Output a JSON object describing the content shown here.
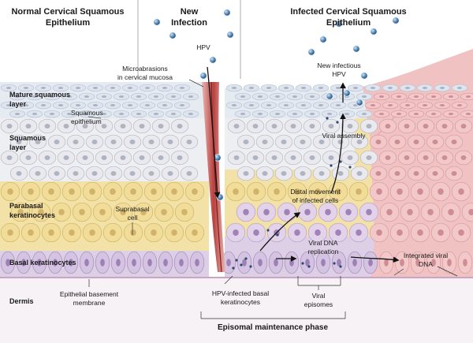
{
  "headers": {
    "normal_line1": "Normal Cervical Squamous",
    "normal_line2": "Epithelium",
    "new_line1": "New",
    "new_line2": "Infection",
    "infected_line1": "Infected Cervical Squamous",
    "infected_line2": "Epithelium"
  },
  "layers": {
    "mature_line1": "Mature squamous",
    "mature_line2": "layer",
    "squamous_line1": "Squamous",
    "squamous_line2": "layer",
    "parabasal_line1": "Parabasal",
    "parabasal_line2": "keratinocytes",
    "basal": "Basal keratinocytes",
    "dermis": "Dermis"
  },
  "annotations": {
    "hpv": "HPV",
    "micro_line1": "Microabrasions",
    "micro_line2": "in cervical mucosa",
    "squamous_epi_line1": "Squamous",
    "squamous_epi_line2": "epithelium",
    "suprabasal_line1": "Suprabasal",
    "suprabasal_line2": "cell",
    "basement_line1": "Epithelial basement",
    "basement_line2": "membrane",
    "new_infectious_line1": "New infectious",
    "new_infectious_line2": "HPV",
    "viral_assembly": "Viral assembly",
    "distal_line1": "Distal movement",
    "distal_line2": "of infected cells",
    "viral_dna_line1": "Viral DNA",
    "viral_dna_line2": "replication",
    "integrated_line1": "Integrated viral",
    "integrated_line2": "DNA",
    "hpv_infected_line1": "HPV-infected basal",
    "hpv_infected_line2": "keratinocytes",
    "viral_episomes_line1": "Viral",
    "viral_episomes_line2": "episomes",
    "episomal_phase": "Episomal maintenance phase"
  },
  "colors": {
    "mature": "#e6ebf2",
    "squamous": "#eeeff3",
    "parabasal": "#f3e2a8",
    "basal": "#ddd0e6",
    "dermis": "#f6f2f5",
    "infected_pink": "#f0c2c2",
    "wound": "#b8413f",
    "virus": "#4a7fb0"
  }
}
